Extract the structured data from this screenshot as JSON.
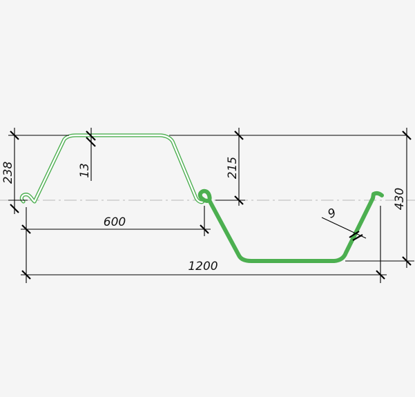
{
  "colors": {
    "background": "#f5f5f5",
    "profile_outline": "#4caf50",
    "profile_fill": "#ffffff",
    "profile_solid": "#4caf50",
    "dimension_line": "#000000",
    "center_line": "#b8b8b8"
  },
  "dimensions": {
    "left_height": "238",
    "thickness_left": "13",
    "top_depth": "215",
    "right_height": "430",
    "half_width": "600",
    "full_width": "1200",
    "thickness_right": "9"
  }
}
